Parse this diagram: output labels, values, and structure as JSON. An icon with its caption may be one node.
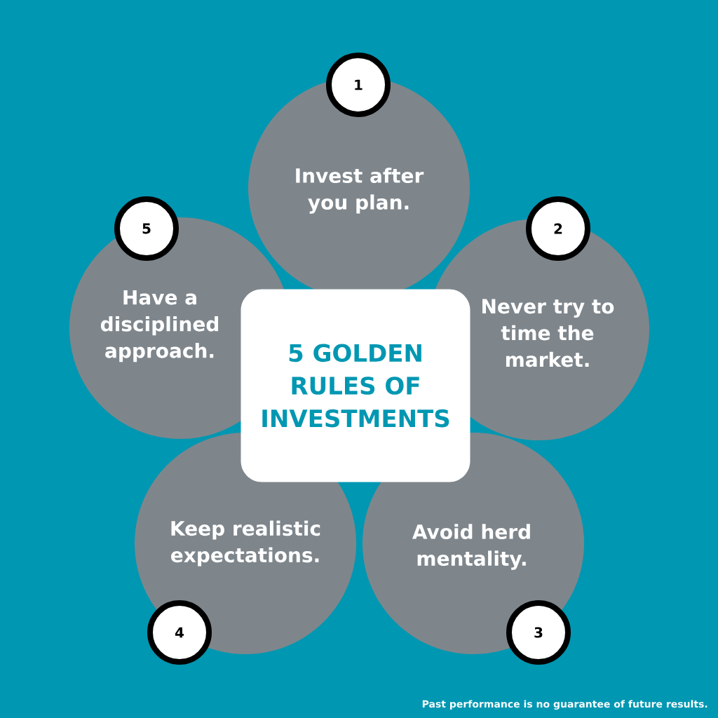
{
  "diagram": {
    "nodes": [
      {
        "text": [
          "5 GOLDEN RULES OF INVESTMENTS"
        ]
      },
      {
        "text": [
          "1"
        ]
      },
      {
        "text": [
          "Invest after you plan."
        ]
      },
      {
        "text": [
          "2"
        ]
      },
      {
        "text": [
          "Never try to time the market."
        ]
      },
      {
        "text": [
          "3"
        ]
      },
      {
        "text": [
          "Avoid herd mentality."
        ]
      },
      {
        "text": [
          "4"
        ]
      },
      {
        "text": [
          "Keep realistic expectations."
        ]
      },
      {
        "text": [
          "5"
        ]
      },
      {
        "text": [
          "Have a disciplined approach."
        ]
      }
    ],
    "labels": [
      "Past performance is no guarantee of future results."
    ]
  }
}
